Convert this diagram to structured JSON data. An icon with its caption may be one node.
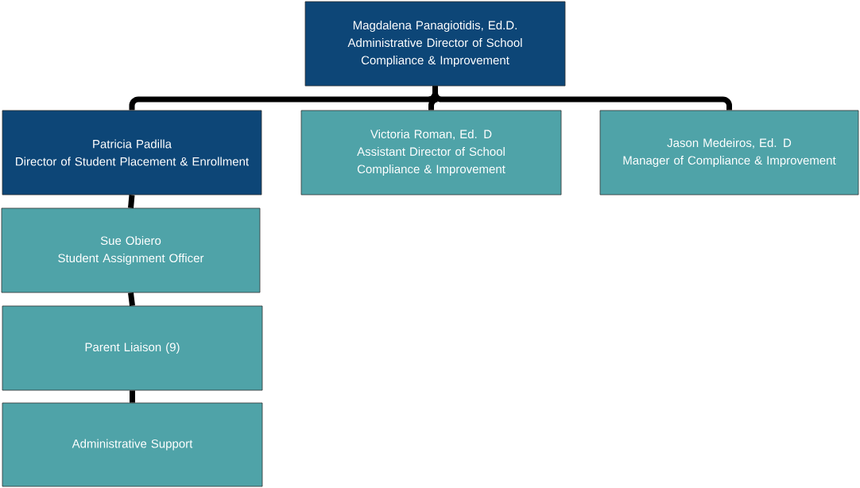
{
  "diagram": {
    "nodes": [
      {
        "text": [
          "Magdalena Panagiotidis, Ed.D.",
          "Administrative Director of School Compliance & Improvement"
        ]
      },
      {
        "text": [
          "Patricia Padilla",
          "Director of Student Placement & Enrollment"
        ]
      },
      {
        "text": [
          "Victoria Roman, Ed. D",
          "Assistant Director of School Compliance & Improvement"
        ]
      },
      {
        "text": [
          "Jason Medeiros, Ed. D",
          "Manager of Compliance & Improvement"
        ]
      },
      {
        "text": [
          "Sue Obiero",
          "Student Assignment Officer"
        ]
      },
      {
        "text": [
          "Parent Liaison (9)"
        ]
      },
      {
        "text": [
          "Administrative Support"
        ]
      }
    ],
    "edges": [
      {
        "from": 0,
        "to": 1,
        "arrow": "none"
      },
      {
        "from": 0,
        "to": 2,
        "arrow": "none"
      },
      {
        "from": 0,
        "to": 3,
        "arrow": "none"
      },
      {
        "from": 1,
        "to": 4,
        "arrow": "none"
      },
      {
        "from": 4,
        "to": 5,
        "arrow": "none"
      },
      {
        "from": 5,
        "to": 6,
        "arrow": "none"
      }
    ]
  }
}
